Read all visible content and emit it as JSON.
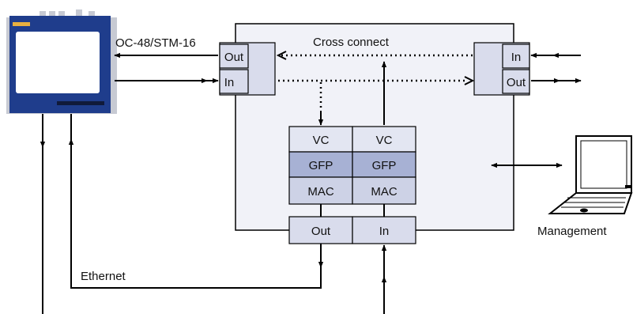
{
  "labels": {
    "link_rate": "OC-48/STM-16",
    "cross_connect": "Cross connect",
    "ethernet": "Ethernet",
    "management": "Management"
  },
  "ports": {
    "left_out": "Out",
    "left_in": "In",
    "right_in": "In",
    "right_out": "Out",
    "bottom_out": "Out",
    "bottom_in": "In"
  },
  "stack_left": {
    "layer1": "VC",
    "layer2": "GFP",
    "layer3": "MAC"
  },
  "stack_right": {
    "layer1": "VC",
    "layer2": "GFP",
    "layer3": "MAC"
  },
  "colors": {
    "module_fill": "#f1f2f8",
    "port_fill": "#d9dcec",
    "vc_fill": "#e3e6f2",
    "gfp_fill": "#a7b1d4",
    "mac_fill": "#cdd2e6",
    "instrument_blue": "#1f3d8c",
    "instrument_frame": "#c7cad3"
  },
  "icons": [
    "test-instrument-icon",
    "laptop-icon"
  ]
}
